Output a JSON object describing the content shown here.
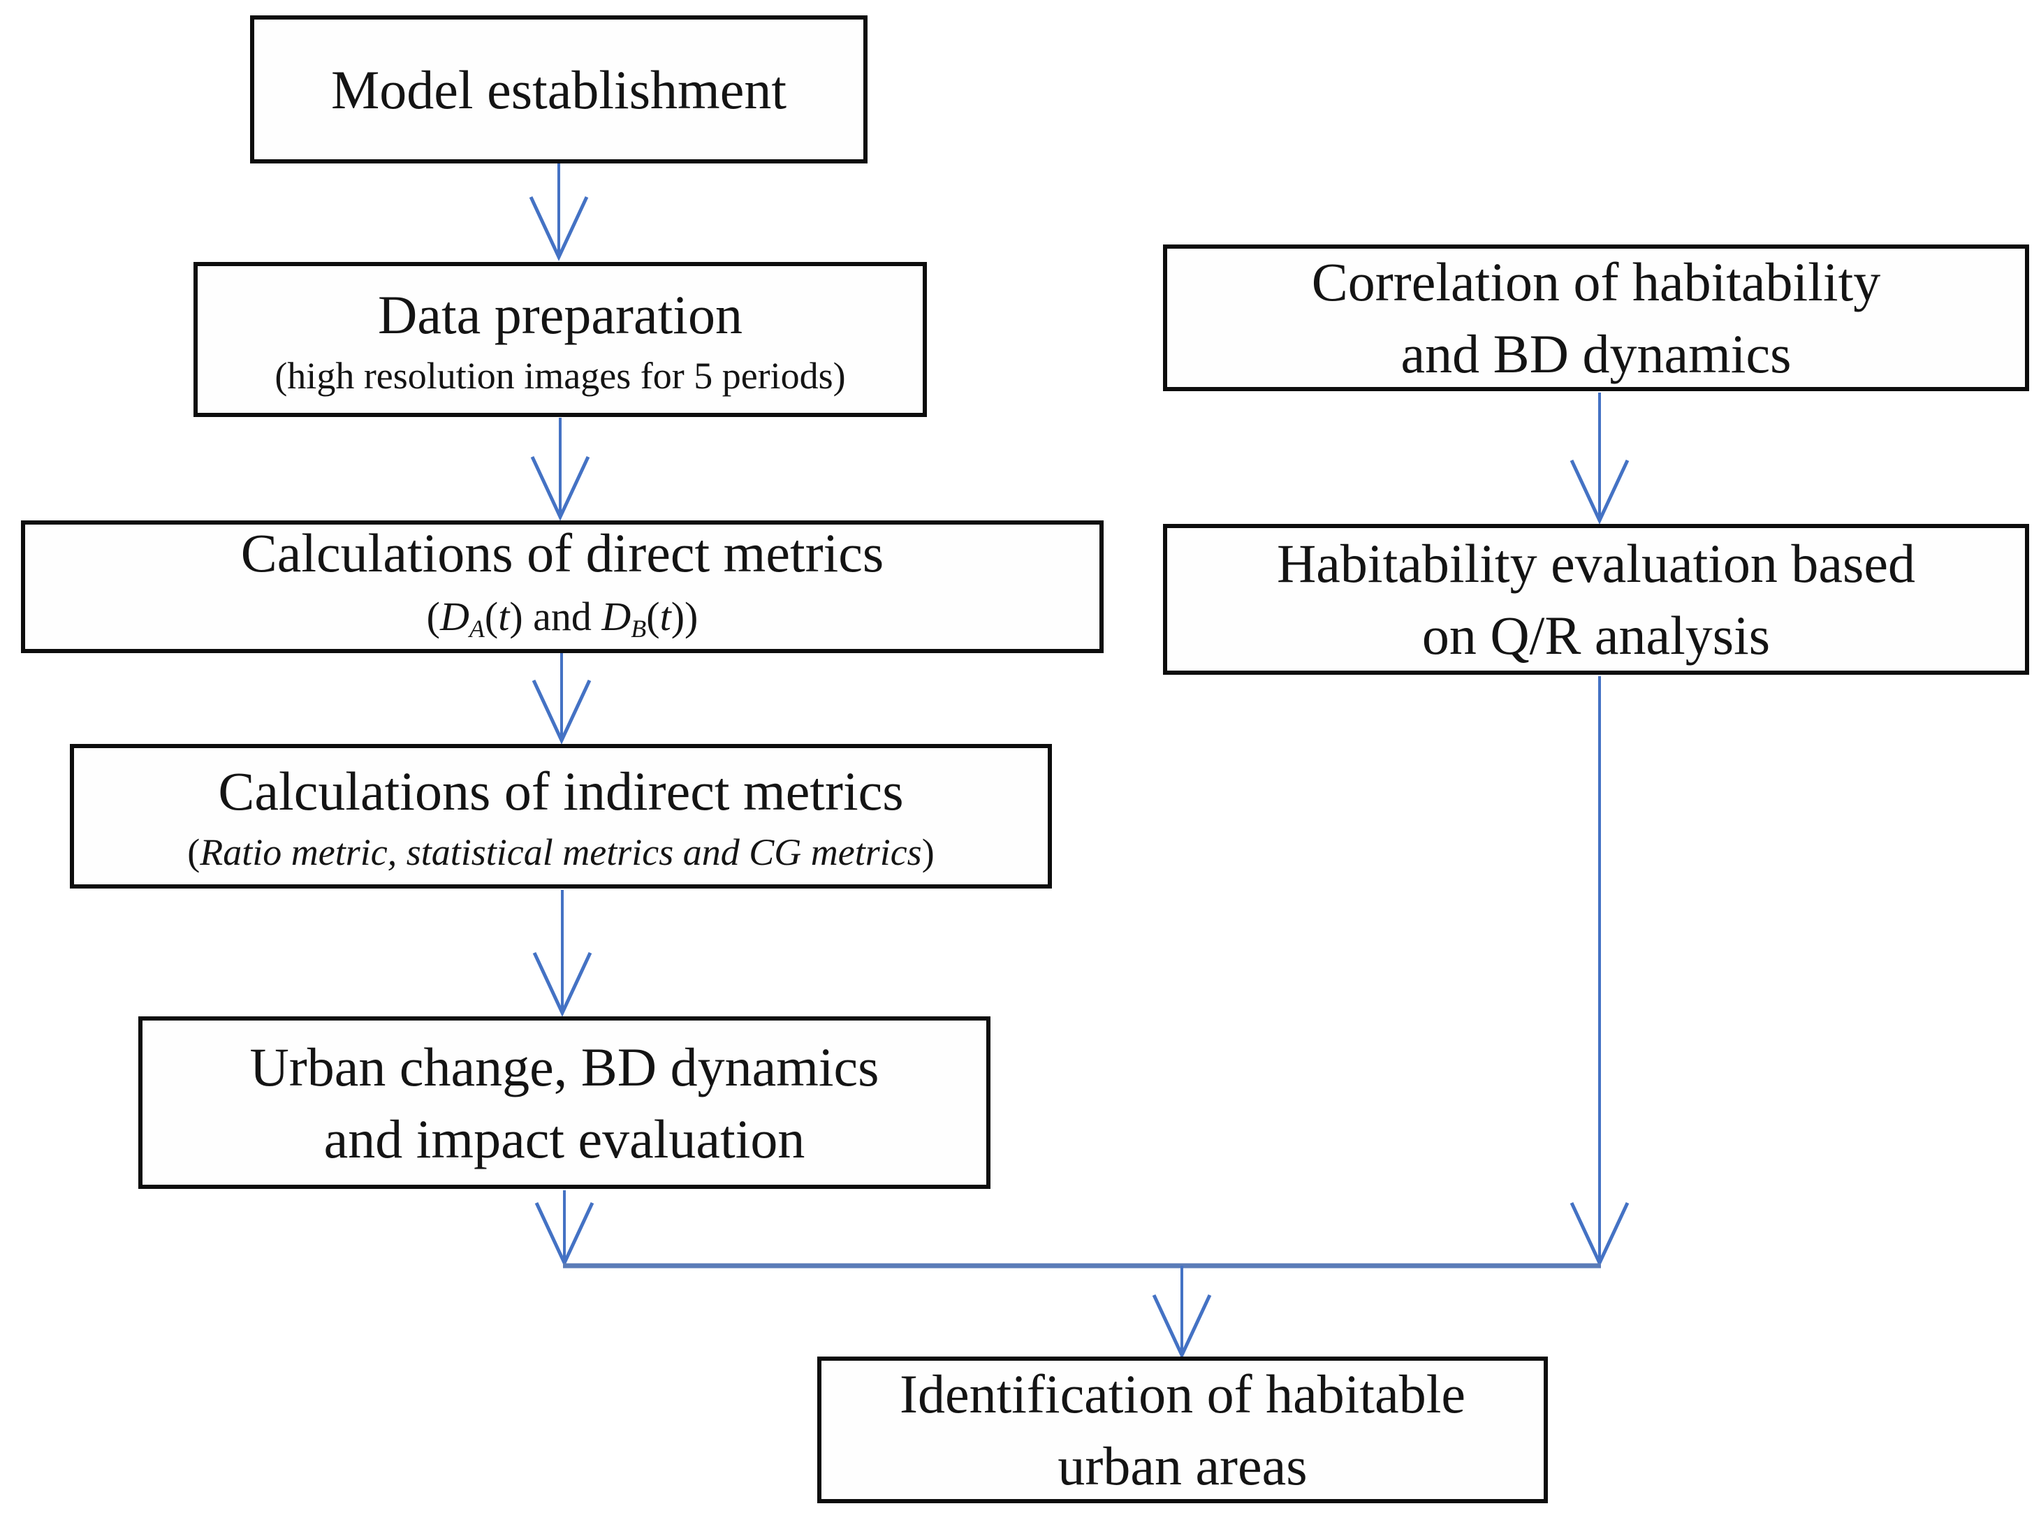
{
  "palette": {
    "arrow_color": "#4472C4",
    "junction_line_color": "#5b7cb8",
    "box_border_color": "#0d0d0d",
    "text_color": "#141414",
    "background": "#ffffff"
  },
  "icons": {
    "arrowhead": "open-v-down-arrowhead"
  },
  "boxes": {
    "model": {
      "title": "Model establishment"
    },
    "data_prep": {
      "title": "Data preparation",
      "subtitle": "(high resolution images for 5 periods)"
    },
    "direct": {
      "title": "Calculations of direct metrics",
      "formula": [
        {
          "text": "(",
          "style": "roman"
        },
        {
          "text": "D",
          "style": "italic"
        },
        {
          "text": "A",
          "style": "subscript-italic"
        },
        {
          "text": "(",
          "style": "roman"
        },
        {
          "text": "t",
          "style": "italic"
        },
        {
          "text": ") and ",
          "style": "roman"
        },
        {
          "text": "D",
          "style": "italic"
        },
        {
          "text": "B",
          "style": "subscript-italic"
        },
        {
          "text": "(",
          "style": "roman"
        },
        {
          "text": "t",
          "style": "italic"
        },
        {
          "text": "))",
          "style": "roman"
        }
      ]
    },
    "indirect": {
      "title": "Calculations of indirect metrics",
      "subtitle_open": "(",
      "subtitle_italic": "Ratio metric, statistical metrics and CG metrics",
      "subtitle_close": ")"
    },
    "urban": {
      "line1": "Urban change, BD dynamics",
      "line2": "and impact evaluation"
    },
    "correlation": {
      "line1": "Correlation of habitability",
      "line2": "and BD dynamics"
    },
    "habitability": {
      "line1": "Habitability evaluation based",
      "line2": "on Q/R analysis"
    },
    "identification": {
      "line1": "Identification of habitable",
      "line2": "urban areas"
    }
  }
}
